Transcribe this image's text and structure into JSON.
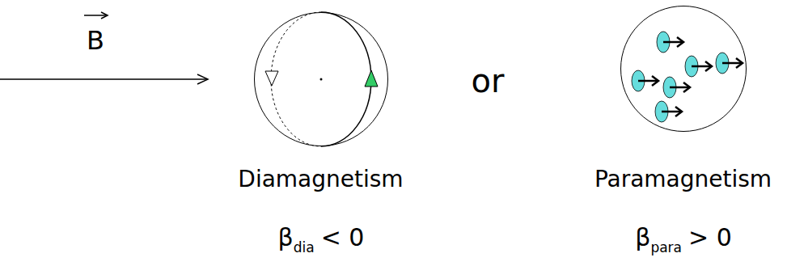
{
  "diagram": {
    "nodes": [
      {
        "text": [
          "Diamagnetism"
        ]
      },
      {
        "text": [
          "Paramagnetism"
        ]
      }
    ],
    "labels": [
      "B",
      "or",
      "β",
      "dia",
      "< 0",
      "β",
      "para",
      "> 0"
    ]
  }
}
